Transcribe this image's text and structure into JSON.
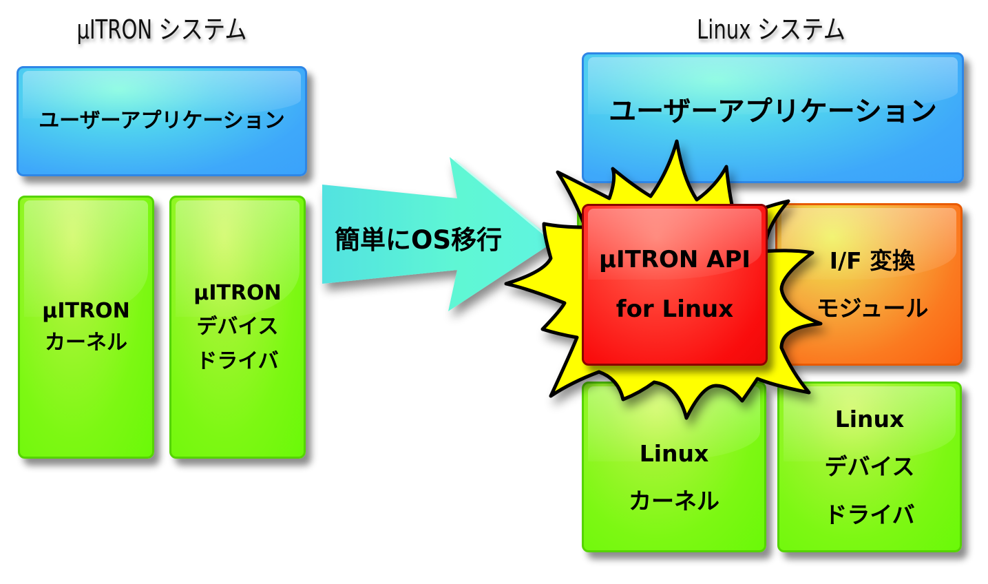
{
  "left_system": {
    "title": "μITRON システム",
    "user_app": "ユーザーアプリケーション",
    "kernel": [
      "μITRON",
      "カーネル"
    ],
    "device_driver": [
      "μITRON",
      "デバイス",
      "ドライバ"
    ]
  },
  "arrow": {
    "label": "簡単にOS移行"
  },
  "right_system": {
    "title": "Linux システム",
    "user_app": "ユーザーアプリケーション",
    "api_box": [
      "μITRON API",
      "for Linux"
    ],
    "if_module": [
      "I/F 変換",
      "モジュール"
    ],
    "kernel": [
      "Linux",
      "カーネル"
    ],
    "device_driver": [
      "Linux",
      "デバイス",
      "ドライバ"
    ]
  },
  "colors": {
    "user_app": "#3ea8fa",
    "kernel": "#7df813",
    "if_module": "#fb7a20",
    "api_box": "#fa0d0d",
    "starburst": "#ffff00",
    "arrow": "#5ff5d8"
  }
}
